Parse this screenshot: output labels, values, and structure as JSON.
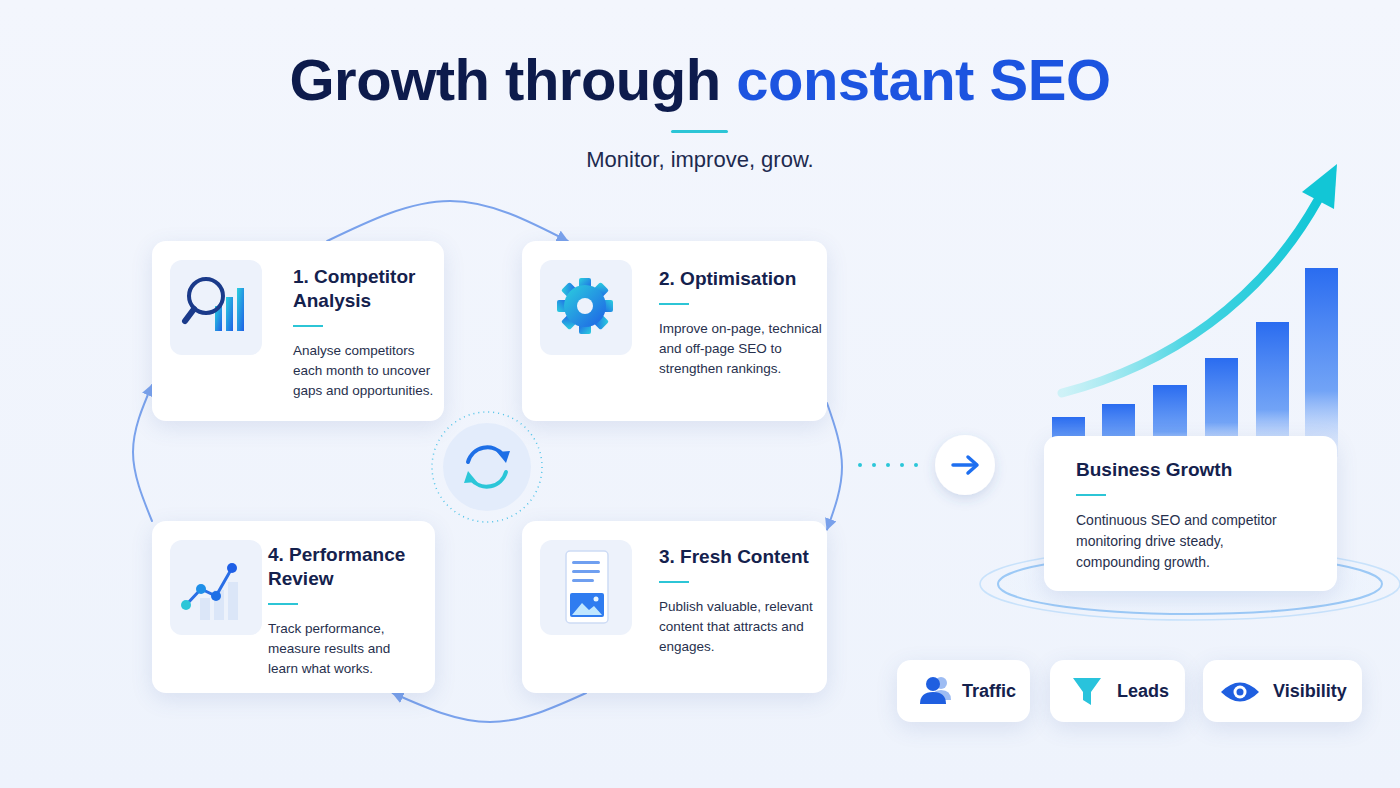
{
  "diagram": {
    "title": "Growth through constant SEO",
    "nodes": [
      {
        "text": [
          "1. Competitor Analysis",
          "Analyse competitors each month to uncover gaps and opportunities."
        ]
      },
      {
        "text": [
          "2. Optimisation",
          "Improve on-page, technical and off-page SEO to strengthen rankings."
        ]
      },
      {
        "text": [
          "3. Fresh Content",
          "Publish valuable, relevant content that attracts and engages."
        ]
      },
      {
        "text": [
          "4. Performance Review",
          "Track performance, measure results and learn what works."
        ]
      },
      {
        "text": [
          "Business Growth",
          "Continuous SEO and competitor monitoring drive steady, compounding growth."
        ]
      },
      {
        "text": [
          "Traffic"
        ]
      },
      {
        "text": [
          "Leads"
        ]
      },
      {
        "text": [
          "Visibility"
        ]
      }
    ],
    "edges": [
      {
        "from": 0,
        "to": 1,
        "arrow": "to"
      },
      {
        "from": 1,
        "to": 2,
        "arrow": "to"
      },
      {
        "from": 2,
        "to": 3,
        "arrow": "to"
      },
      {
        "from": 3,
        "to": 0,
        "arrow": "to"
      }
    ],
    "labels": [
      "Monitor, improve, grow."
    ]
  }
}
